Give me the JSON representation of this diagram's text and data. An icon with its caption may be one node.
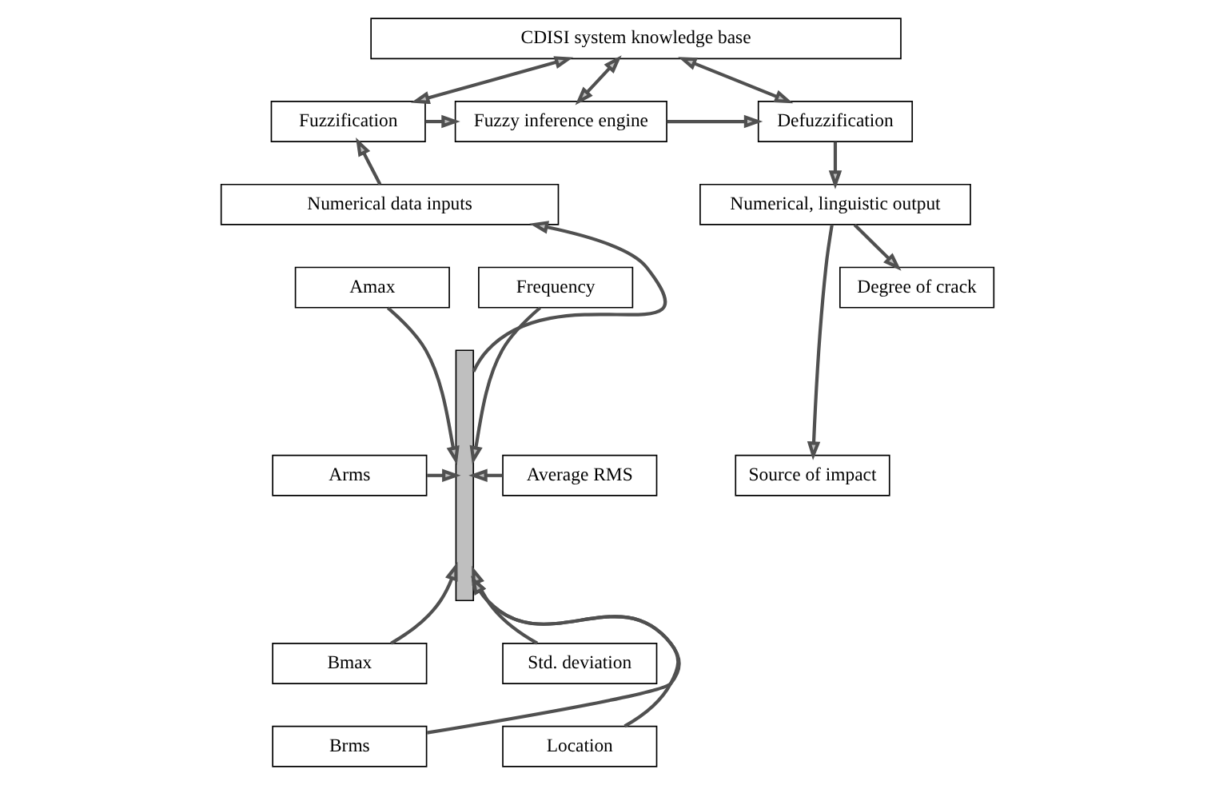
{
  "diagram": {
    "nodes": [
      {
        "text": [
          "CDISI system knowledge base"
        ]
      },
      {
        "text": [
          "Fuzzification"
        ]
      },
      {
        "text": [
          "Fuzzy inference engine"
        ]
      },
      {
        "text": [
          "Defuzzification"
        ]
      },
      {
        "text": [
          "Numerical data inputs"
        ]
      },
      {
        "text": [
          "Numerical, linguistic output"
        ]
      },
      {
        "text": [
          "Frequency"
        ]
      },
      {
        "text": [
          "Amax"
        ]
      },
      {
        "text": [
          "Average RMS"
        ]
      },
      {
        "text": [
          "Arms"
        ]
      },
      {
        "text": [
          "Std. deviation"
        ]
      },
      {
        "text": [
          "Bmax"
        ]
      },
      {
        "text": [
          "Location"
        ]
      },
      {
        "text": [
          "Brms"
        ]
      },
      {
        "text": [
          "Degree of crack"
        ]
      },
      {
        "text": [
          "Source of impact"
        ]
      },
      {
        "text": [],
        "shape": "bar"
      }
    ],
    "edges": [
      {
        "from": 0,
        "to": 1,
        "arrow": "both"
      },
      {
        "from": 0,
        "to": 2,
        "arrow": "both"
      },
      {
        "from": 0,
        "to": 3,
        "arrow": "both"
      },
      {
        "from": 1,
        "to": 2,
        "arrow": "to"
      },
      {
        "from": 2,
        "to": 3,
        "arrow": "to"
      },
      {
        "from": 4,
        "to": 1,
        "arrow": "to"
      },
      {
        "from": 3,
        "to": 5,
        "arrow": "to"
      },
      {
        "from": 5,
        "to": 14,
        "arrow": "to"
      },
      {
        "from": 5,
        "to": 15,
        "arrow": "to"
      },
      {
        "from": 6,
        "to": 16,
        "arrow": "to"
      },
      {
        "from": 7,
        "to": 16,
        "arrow": "to"
      },
      {
        "from": 8,
        "to": 16,
        "arrow": "to"
      },
      {
        "from": 9,
        "to": 16,
        "arrow": "to"
      },
      {
        "from": 10,
        "to": 16,
        "arrow": "to"
      },
      {
        "from": 11,
        "to": 16,
        "arrow": "to"
      },
      {
        "from": 12,
        "to": 16,
        "arrow": "to"
      },
      {
        "from": 13,
        "to": 16,
        "arrow": "to"
      },
      {
        "from": 16,
        "to": 4,
        "arrow": "to"
      }
    ]
  }
}
